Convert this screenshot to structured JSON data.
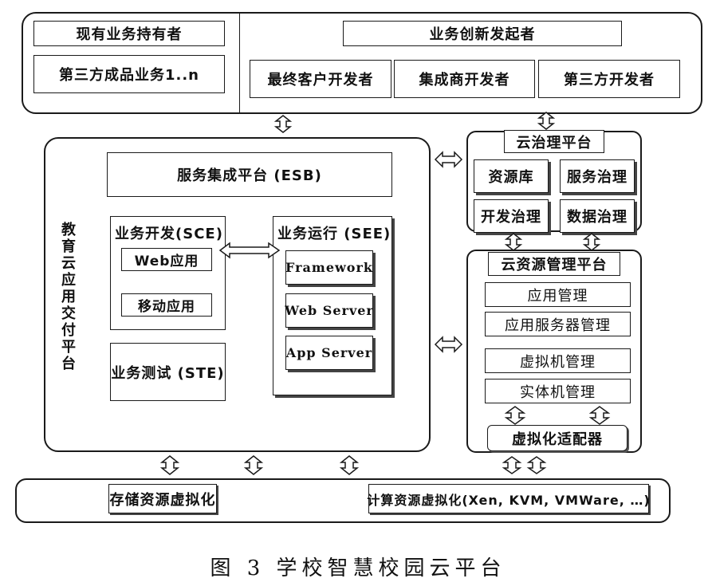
{
  "top": {
    "existing_holders": "现有业务持有者",
    "third_party_products": "第三方成品业务1..n",
    "innovation_initiators": "业务创新发起者",
    "end_customer_devs": "最终客户开发者",
    "integrator_devs": "集成商开发者",
    "third_party_devs": "第三方开发者"
  },
  "platform": {
    "vertical_title": "教育云应用交付平台",
    "esb": "服务集成平台 (ESB)",
    "sce_title": "业务开发(SCE)",
    "web_app": "Web应用",
    "mobile_app": "移动应用",
    "ste": "业务测试 (STE)",
    "see_title": "业务运行 (SEE)",
    "framework": "Framework",
    "web_server": "Web Server",
    "app_server": "App Server"
  },
  "governance": {
    "title": "云治理平台",
    "resource_lib": "资源库",
    "service_gov": "服务治理",
    "dev_gov": "开发治理",
    "data_gov": "数据治理"
  },
  "resource_mgmt": {
    "title": "云资源管理平台",
    "app_mgmt": "应用管理",
    "app_server_mgmt": "应用服务器管理",
    "vm_mgmt": "虚拟机管理",
    "physical_mgmt": "实体机管理",
    "adapter": "虚拟化适配器"
  },
  "bottom": {
    "storage": "存储资源虚拟化",
    "compute": "计算资源虚拟化(Xen, KVM, VMWare, …)"
  },
  "caption": "图 3 学校智慧校园云平台"
}
